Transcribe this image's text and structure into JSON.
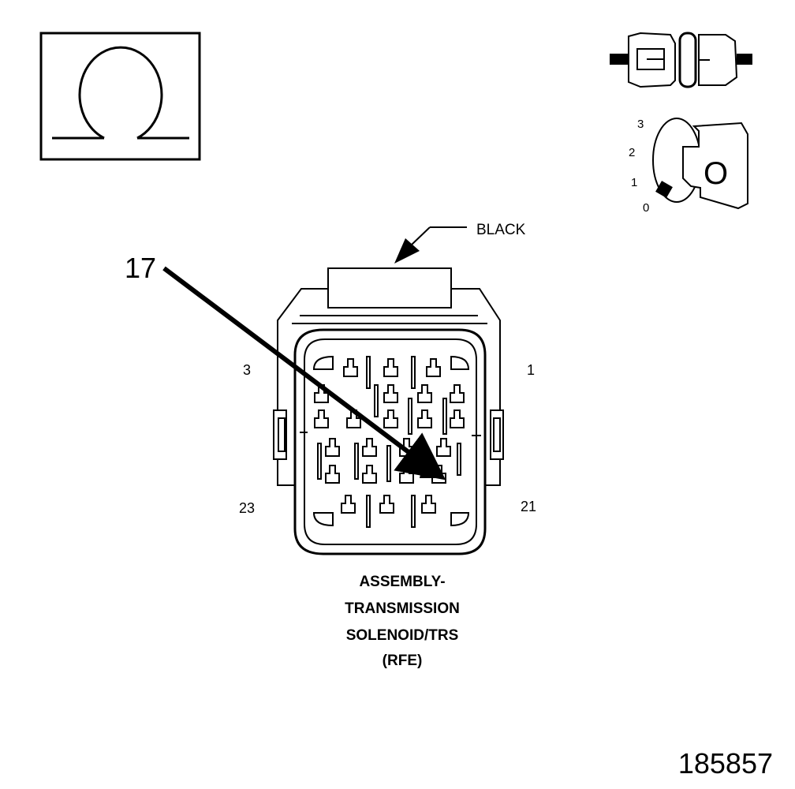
{
  "meter_symbol": {
    "glyph": "Ω",
    "icon": "ohm-meter-icon"
  },
  "ignition": {
    "icon": "ignition-key-icon",
    "positions": [
      "3",
      "2",
      "1",
      "0"
    ],
    "key_glyph": "O"
  },
  "connector": {
    "color_label": "BLACK",
    "pin_labels": {
      "top_left": "3",
      "top_right": "1",
      "bottom_left": "23",
      "bottom_right": "21"
    },
    "callout_pin": "17",
    "title_lines": [
      "ASSEMBLY-",
      "TRANSMISSION",
      "SOLENOID/TRS",
      "(RFE)"
    ]
  },
  "figure_number": "185857",
  "colors": {
    "line": "#000000",
    "background": "#ffffff"
  }
}
